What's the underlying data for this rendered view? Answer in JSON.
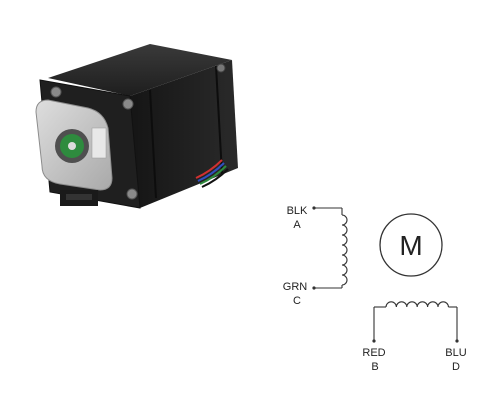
{
  "product": {
    "icon": "stepper-motor-with-encoder-photo"
  },
  "wiring": {
    "motor_symbol": "M",
    "coil_a": {
      "top_wire_color": "BLK",
      "top_wire_phase": "A",
      "bottom_wire_color": "GRN",
      "bottom_wire_phase": "C"
    },
    "coil_b": {
      "left_wire_color": "RED",
      "left_wire_phase": "B",
      "right_wire_color": "BLU",
      "right_wire_phase": "D"
    }
  },
  "colors": {
    "line": "#333333",
    "motor_body": "#1b1b1b",
    "encoder_housing": "#c7c7c7",
    "encoder_hub": "#2e8b3e"
  }
}
